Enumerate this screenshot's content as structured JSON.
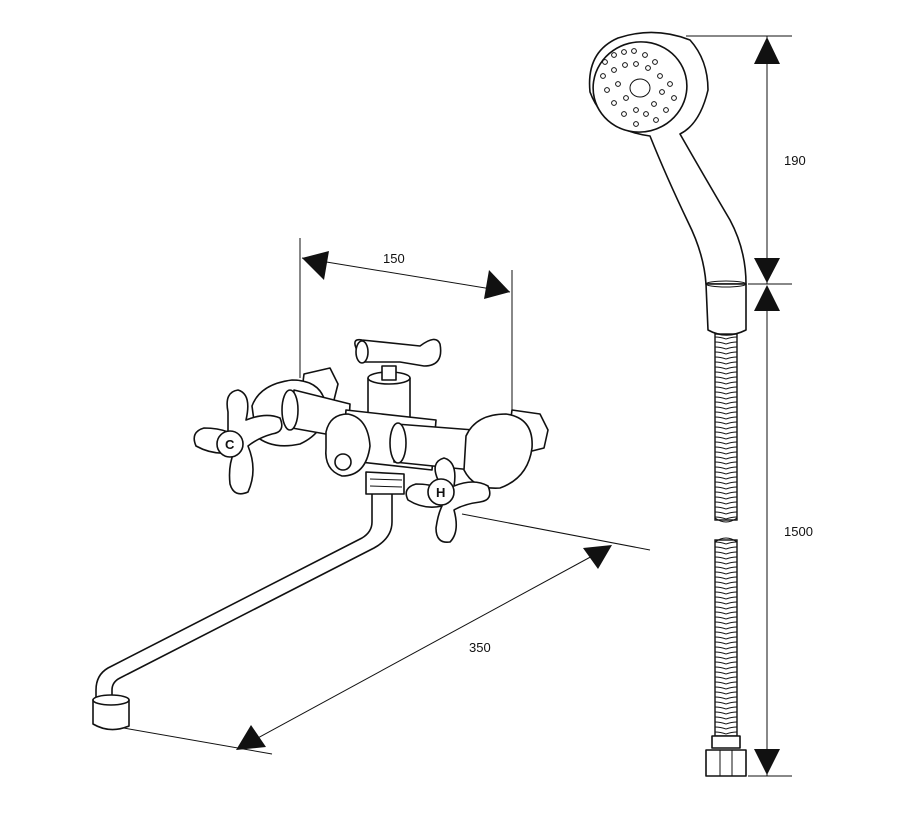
{
  "dimensions": {
    "handle_spacing": "150",
    "spout_length": "350",
    "shower_head_length": "190",
    "hose_length": "1500"
  },
  "handles": {
    "cold_label": "C",
    "hot_label": "H"
  },
  "colors": {
    "line": "#111111",
    "background": "#ffffff"
  }
}
